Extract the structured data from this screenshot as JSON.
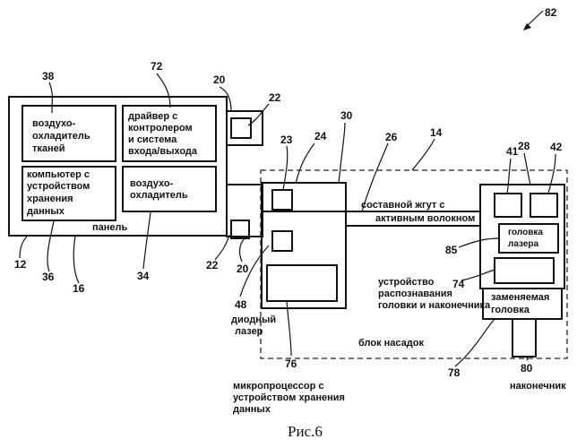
{
  "figure_number": "82",
  "caption": "Рис.6",
  "labels": {
    "tissue_cooler": [
      "воздухо-",
      "охладитель",
      "тканей"
    ],
    "driver": [
      "драйвер с",
      "контролером",
      "и система",
      "входа/выхода"
    ],
    "computer": [
      "компьютер с",
      "устройством",
      "хранения",
      "данных"
    ],
    "cooler": [
      "воздухо-",
      "охладитель"
    ],
    "panel": "панель",
    "fiber_cable": [
      "составной жгут с",
      "активным волокном"
    ],
    "laser_head": [
      "головка",
      "лазера"
    ],
    "recognition": [
      "устройство",
      "распознавания",
      "головки и наконечника"
    ],
    "replaceable_head": [
      "заменяемая",
      "головка"
    ],
    "diode_laser": [
      "диодный",
      "лазер"
    ],
    "attachments_unit": "блок насадок",
    "microprocessor": [
      "микропроцессор с",
      "устройством хранения",
      "данных"
    ],
    "tip": "наконечник"
  },
  "refs": {
    "r38": "38",
    "r72": "72",
    "r20a": "20",
    "r22a": "22",
    "r30": "30",
    "r24": "24",
    "r23": "23",
    "r26": "26",
    "r14": "14",
    "r41": "41",
    "r28": "28",
    "r42": "42",
    "r12": "12",
    "r36": "36",
    "r16": "16",
    "r34": "34",
    "r22b": "22",
    "r20b": "20",
    "r48": "48",
    "r85": "85",
    "r74": "74",
    "r78": "78",
    "r76": "76",
    "r80": "80"
  }
}
